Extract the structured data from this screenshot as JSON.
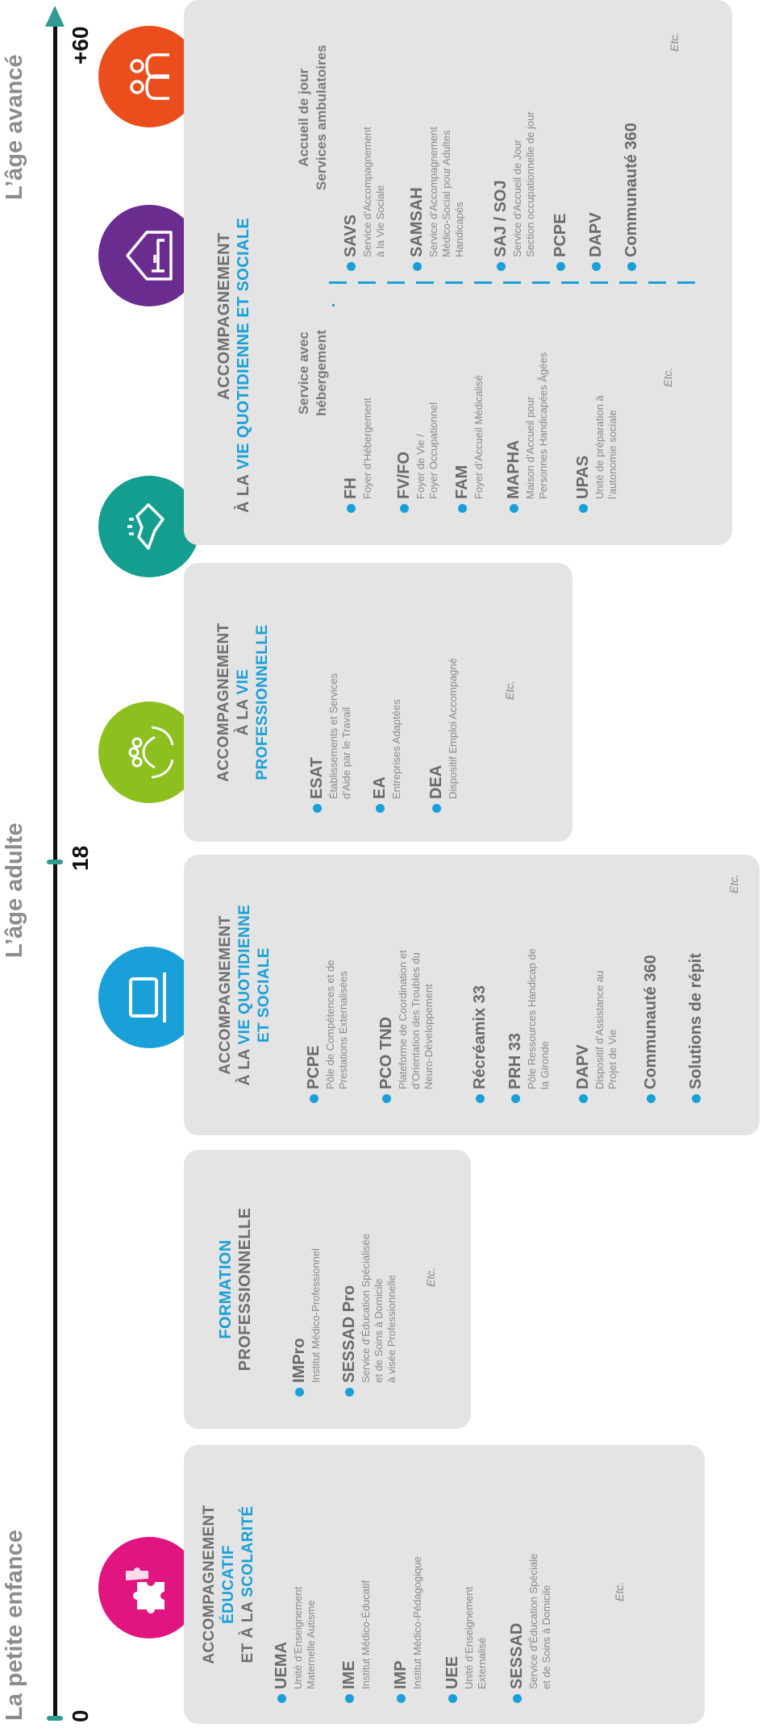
{
  "eras": {
    "childhood": "La petite enfance",
    "adult": "L’âge adulte",
    "advanced": "L’âge avancé"
  },
  "ticks": {
    "start": "0",
    "adult": "18",
    "senior": "+60"
  },
  "colors": {
    "axis": "#111111",
    "tick": "#2f9b92",
    "panel": "#e4e4e4",
    "highlight": "#1aa0d8",
    "icon1": "#e0157f",
    "icon2": "#1aa0d8",
    "icon3": "#8dbf1f",
    "icon4": "#139e8f",
    "icon5": "#6a2c8f",
    "icon6": "#ea4e1d"
  },
  "icons": [
    "puzzle-icon",
    "laptop-icon",
    "hands-people-icon",
    "handshake-icon",
    "home-bed-icon",
    "people-care-icon"
  ],
  "panels": {
    "p1": {
      "title": {
        "l1": "ACCOMPAGNEMENT",
        "l2": "ÉDUCATIF",
        "l3a": "ET À LA ",
        "l3b": "SCOLARITÉ"
      },
      "items": [
        {
          "code": "UEMA",
          "desc1": "Unité d’Enseignement",
          "desc2": "Maternelle Autisme"
        },
        {
          "code": "IME",
          "desc1": "Institut Médico-Éducatif",
          "desc2": ""
        },
        {
          "code": "IMP",
          "desc1": "Institut Médico-Pédagogique",
          "desc2": ""
        },
        {
          "code": "UEE",
          "desc1": "Unité d’Enseignement",
          "desc2": "Externalisé"
        },
        {
          "code": "SESSAD",
          "desc1": "Service d’Éducation Spéciale",
          "desc2": "et de Soins à Domicile"
        }
      ],
      "etc": "Etc."
    },
    "p2": {
      "title": {
        "l1": "FORMATION",
        "l2": "PROFESSIONNELLE"
      },
      "items": [
        {
          "code": "IMPro",
          "desc1": "Institut Médico-Professionnel",
          "desc2": "",
          "desc3": ""
        },
        {
          "code": "SESSAD Pro",
          "desc1": "Service d’Éducation Spécialisée",
          "desc2": "et de Soins à Domicile",
          "desc3": "à visée Professionnelle"
        }
      ],
      "etc": "Etc."
    },
    "p3": {
      "title": {
        "l1": "ACCOMPAGNEMENT",
        "l2a": "À LA ",
        "l2b": "VIE QUOTIDIENNE",
        "l3": "ET SOCIALE"
      },
      "items": [
        {
          "code": "PCPE",
          "desc1": "Pôle de Compétences et de",
          "desc2": "Prestations Externalisées",
          "desc3": ""
        },
        {
          "code": "PCO TND",
          "desc1": "Plateforme de Coordination et",
          "desc2": "d’Orientation des Troubles du",
          "desc3": "Neuro-Développement"
        },
        {
          "code": "Récréamix 33",
          "desc1": "",
          "desc2": "",
          "desc3": ""
        },
        {
          "code": "PRH 33",
          "desc1": "Pôle Ressources Handicap de",
          "desc2": "la Gironde",
          "desc3": ""
        },
        {
          "code": "DAPV",
          "desc1": "Dispositif d’Assistance au",
          "desc2": "Projet de Vie",
          "desc3": ""
        },
        {
          "code": "Communauté 360",
          "desc1": "",
          "desc2": "",
          "desc3": ""
        },
        {
          "code": "Solutions de répit",
          "desc1": "",
          "desc2": "",
          "desc3": ""
        }
      ],
      "etc": "Etc."
    },
    "p4": {
      "title": {
        "l1": "ACCOMPAGNEMENT",
        "l2a": "À LA ",
        "l2b": "VIE",
        "l3": "PROFESSIONNELLE"
      },
      "items": [
        {
          "code": "ESAT",
          "desc1": "Établissements et Services",
          "desc2": "d’Aide par le Travail"
        },
        {
          "code": "EA",
          "desc1": "Entreprises Adaptées",
          "desc2": ""
        },
        {
          "code": "DEA",
          "desc1": "Dispositif Emploi Accompagné",
          "desc2": ""
        }
      ],
      "etc": "Etc."
    },
    "p5": {
      "title": {
        "l1": "ACCOMPAGNEMENT",
        "l2a": "À LA ",
        "l2b": "VIE QUOTIDIENNE ET SOCIALE"
      },
      "left": {
        "head1": "Service avec",
        "head2": "hébergement",
        "items": [
          {
            "code": "FH",
            "desc1": "Foyer d’Hébergement",
            "desc2": ""
          },
          {
            "code": "FV/FO",
            "desc1": "Foyer de Vie /",
            "desc2": "Foyer Occupationnel"
          },
          {
            "code": "FAM",
            "desc1": "Foyer d’Accueil Médicalisé",
            "desc2": ""
          },
          {
            "code": "MAPHA",
            "desc1": "Maison d’Accueil pour",
            "desc2": "Personnes Handicapées Âgées"
          },
          {
            "code": "UPAS",
            "desc1": "Unité de préparation à",
            "desc2": "l’autonomie sociale"
          }
        ],
        "etc": "Etc."
      },
      "right": {
        "head1": "Accueil de jour",
        "head2": "Services ambulatoires",
        "items": [
          {
            "code": "SAVS",
            "desc1": "Service d’Accompagnement",
            "desc2": "à la Vie Sociale",
            "desc3": ""
          },
          {
            "code": "SAMSAH",
            "desc1": "Service d’Accompagnement",
            "desc2": "Médico-Social pour Adultes",
            "desc3": "Handicapés"
          },
          {
            "code": "SAJ / SOJ",
            "desc1": "Service d’Accueil de Jour",
            "desc2": "Section occupationnelle de jour",
            "desc3": ""
          },
          {
            "code": "PCPE",
            "desc1": "",
            "desc2": "",
            "desc3": ""
          },
          {
            "code": "DAPV",
            "desc1": "",
            "desc2": "",
            "desc3": ""
          },
          {
            "code": "Communauté 360",
            "desc1": "",
            "desc2": "",
            "desc3": ""
          }
        ],
        "etc": "Etc."
      }
    }
  }
}
